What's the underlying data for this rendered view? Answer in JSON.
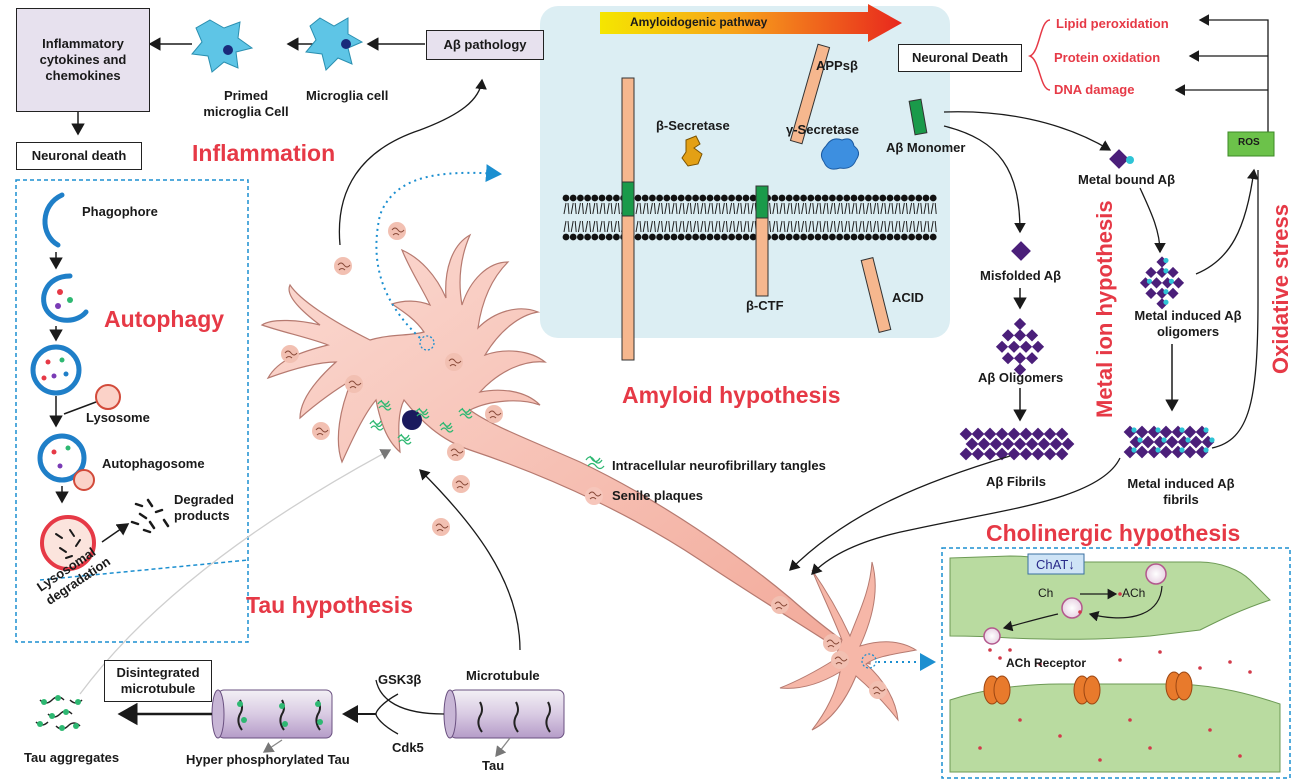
{
  "inflammation": {
    "cytokines_box": "Inflammatory cytokines and chemokines",
    "neuronal_death_box": "Neuronal death",
    "primed_microglia": "Primed microglia Cell",
    "microglia_cell": "Microglia cell",
    "ab_pathology_box": "Aβ pathology",
    "title": "Inflammation"
  },
  "autophagy": {
    "title": "Autophagy",
    "phagophore": "Phagophore",
    "lysosome": "Lysosome",
    "autophagosome": "Autophagosome",
    "degraded_products": "Degraded products",
    "lysosomal_degradation": "Lysosomal degradation"
  },
  "amyloidogenic": {
    "pathway_banner": "Amyloidogenic pathway",
    "apps_beta": "APPsβ",
    "beta_secretase": "β-Secretase",
    "gamma_secretase": "γ-Secretase",
    "ab_monomer": "Aβ Monomer",
    "beta_ctf": "β-CTF",
    "acid": "ACID"
  },
  "amyloid": {
    "title": "Amyloid hypothesis",
    "misfolded": "Misfolded Aβ",
    "oligomers": "Aβ Oligomers",
    "fibrils": "Aβ Fibrils"
  },
  "metal_ion": {
    "title": "Metal ion hypothesis",
    "metal_bound": "Metal bound Aβ",
    "metal_oligomers": "Metal induced Aβ oligomers",
    "metal_fibrils": "Metal induced Aβ fibrils"
  },
  "oxidative": {
    "title": "Oxidative stress",
    "neuronal_death_box": "Neuronal Death",
    "lipid": "Lipid peroxidation",
    "protein": "Protein oxidation",
    "dna": "DNA damage",
    "ros": "ROS"
  },
  "legend": {
    "tangles": "Intracellular neurofibrillary tangles",
    "plaques": "Senile plaques"
  },
  "tau": {
    "title": "Tau hypothesis",
    "disintegrated_box": "Disintegrated microtubule",
    "tau_aggregates": "Tau aggregates",
    "gsk3b": "GSK3β",
    "cdk5": "Cdk5",
    "hyper_tau": "Hyper phosphorylated Tau",
    "microtubule": "Microtubule",
    "tau_label": "Tau"
  },
  "cholinergic": {
    "title": "Cholinergic hypothesis",
    "chat": "ChAT↓",
    "ch": "Ch",
    "ach": "ACh",
    "ach_receptor": "ACh Receptor"
  },
  "colors": {
    "red_title": "#e63946",
    "neuron_fill": "#f6c6bb",
    "amyloid_bg": "#dceef3",
    "cholinergic_green": "#b9dba0",
    "ab_purple": "#4b1f7a",
    "tangle_green": "#2eb872",
    "microglia_blue": "#5ec5e6",
    "ros_green": "#6cc24a",
    "dashed_blue": "#1c8fd0"
  }
}
